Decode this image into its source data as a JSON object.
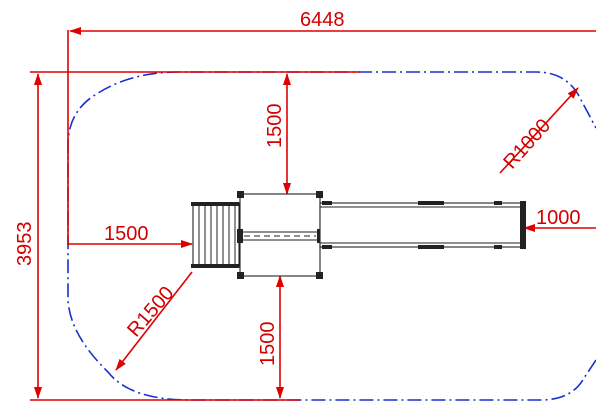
{
  "colors": {
    "dimension": "#e00000",
    "boundary": "#1a2fd0",
    "equipment": "#222222",
    "background": "#ffffff"
  },
  "dimensions": {
    "overall_width": "6448",
    "overall_height": "3953",
    "top_clearance": "1500",
    "left_clearance": "1500",
    "bottom_clearance": "1500",
    "right_clearance": "1000",
    "radius_left": "R1500",
    "radius_right": "R1000"
  }
}
